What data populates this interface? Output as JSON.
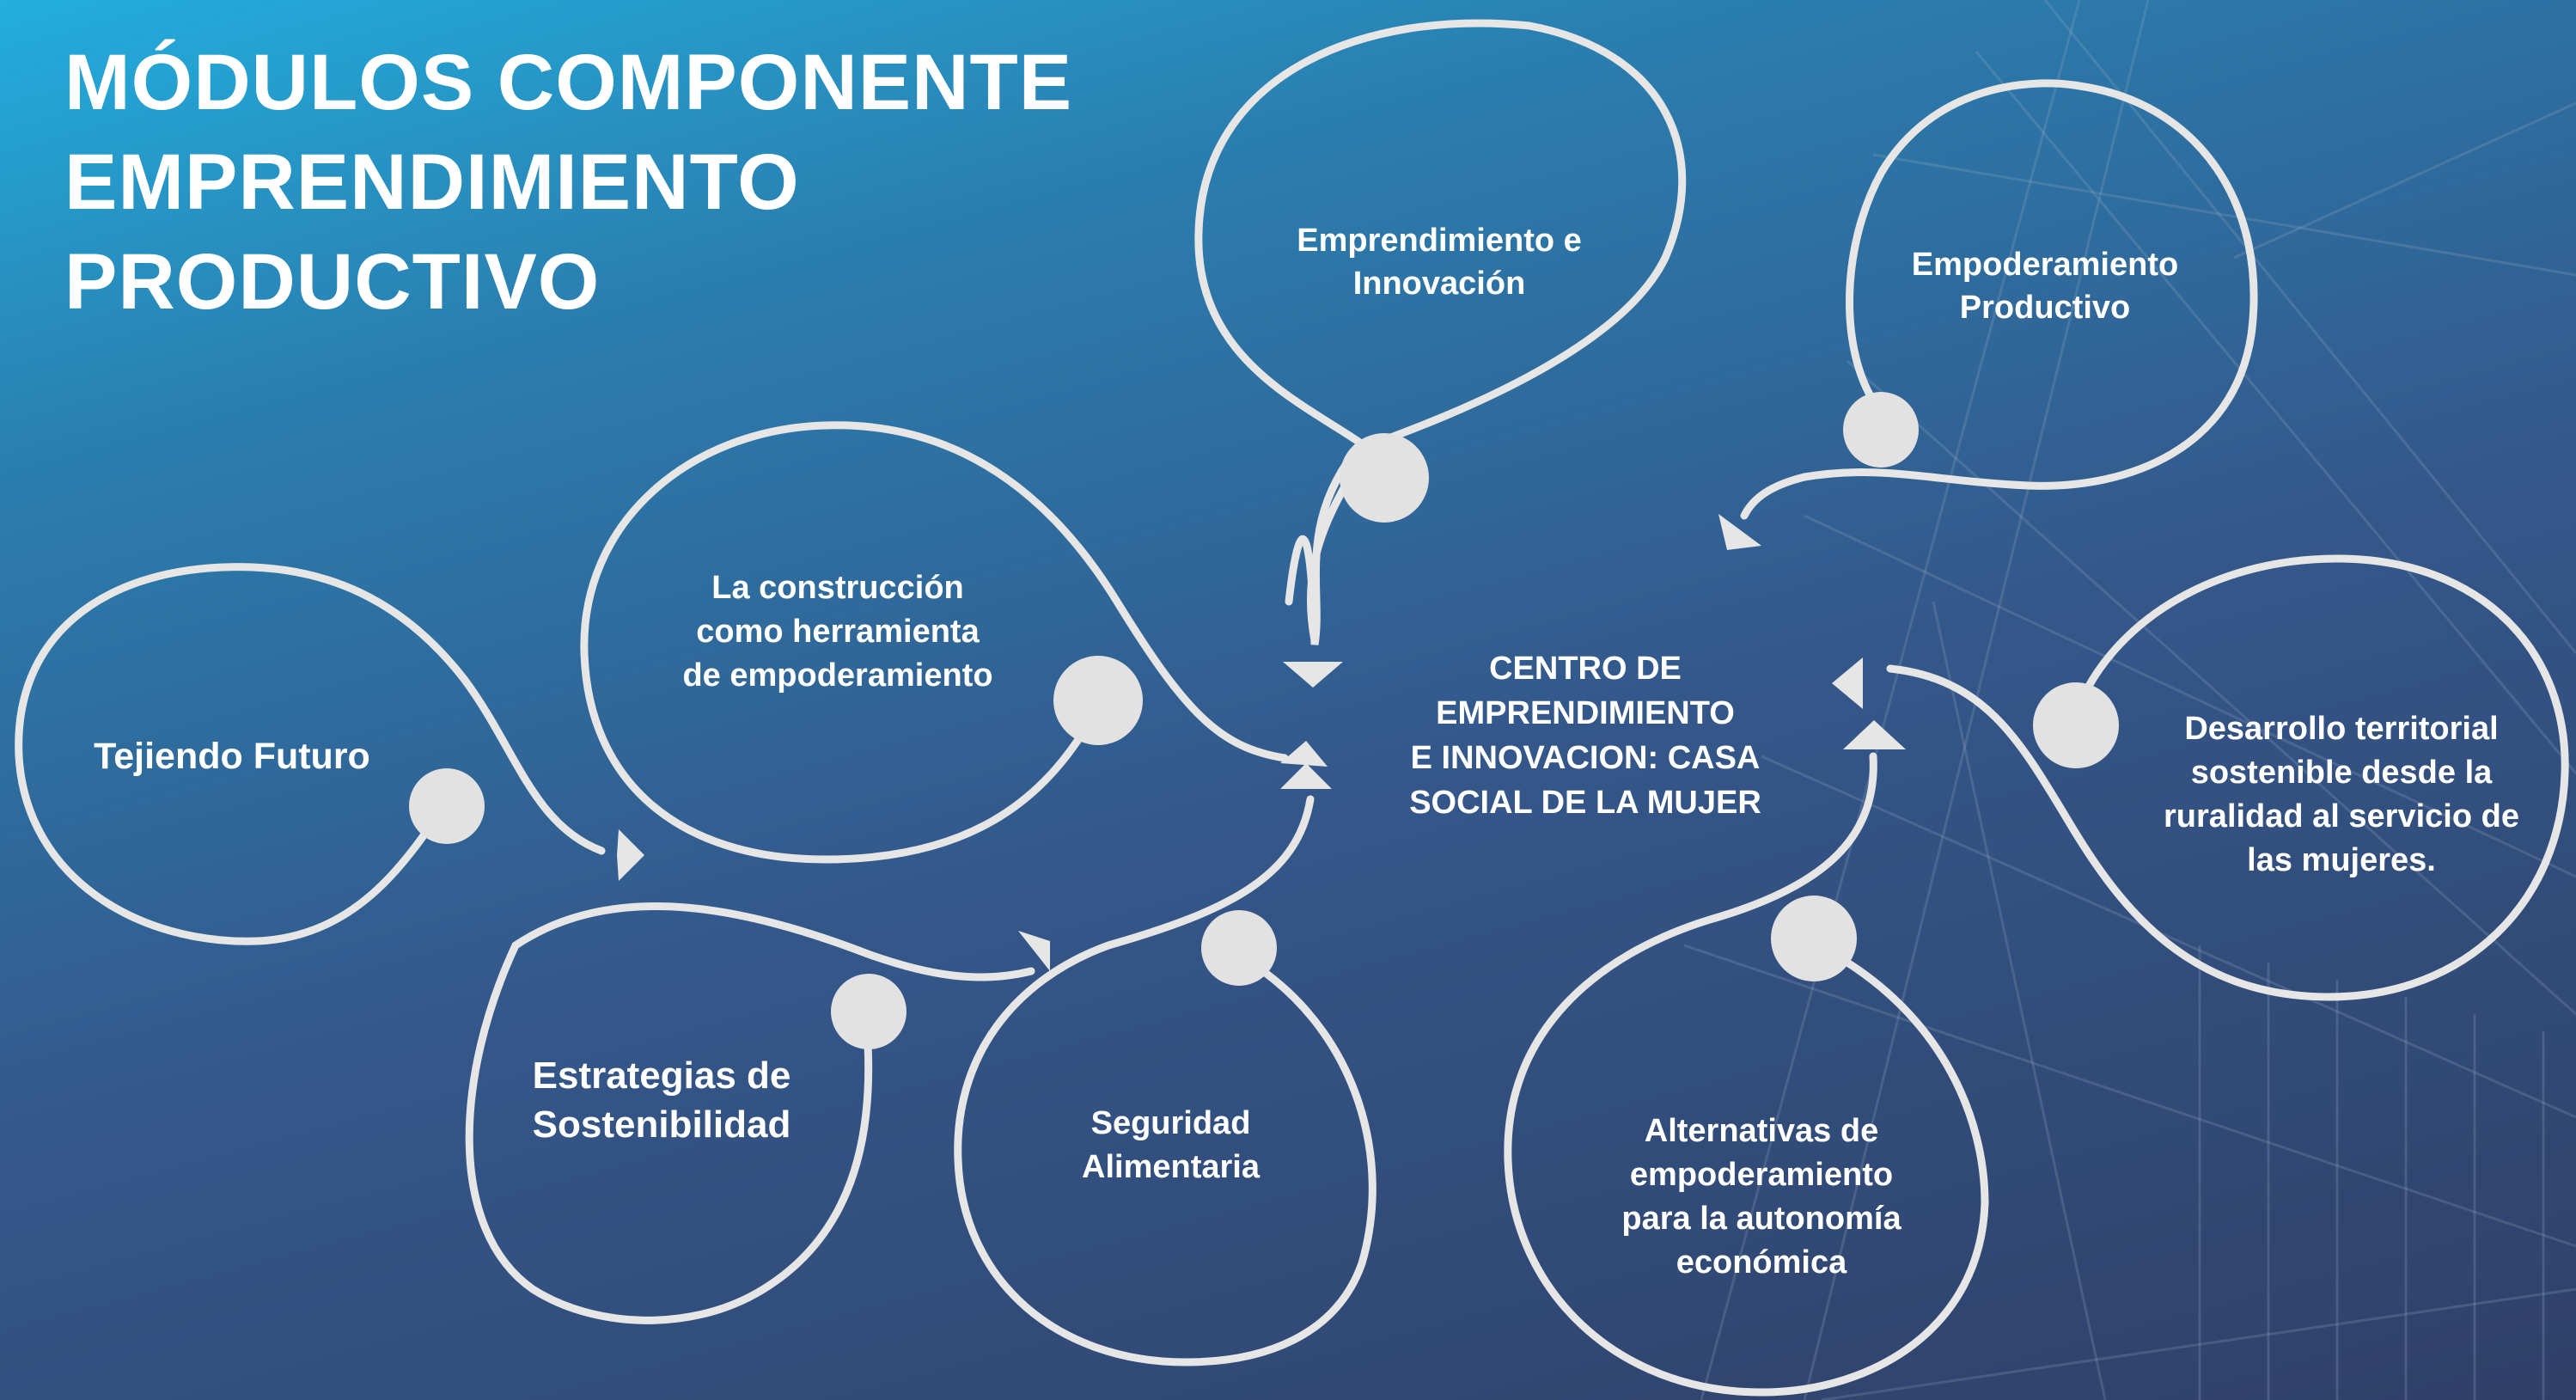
{
  "title_lines": [
    "MÓDULOS COMPONENTE",
    "EMPRENDIMIENTO",
    "PRODUCTIVO"
  ],
  "center_label": [
    "CENTRO DE",
    "EMPRENDIMIENTO",
    "E INNOVACION: CASA",
    "SOCIAL DE LA MUJER"
  ],
  "modules": [
    {
      "id": "tejiendo-futuro",
      "lines": [
        "Tejiendo Futuro"
      ]
    },
    {
      "id": "la-construccion",
      "lines": [
        "La construcción",
        "como herramienta",
        "de empoderamiento"
      ]
    },
    {
      "id": "estrategias-sostenibilidad",
      "lines": [
        "Estrategias de",
        "Sostenibilidad"
      ]
    },
    {
      "id": "seguridad-alimentaria",
      "lines": [
        "Seguridad",
        "Alimentaria"
      ]
    },
    {
      "id": "emprendimiento-innovacion",
      "lines": [
        "Emprendimiento e",
        "Innovación"
      ]
    },
    {
      "id": "empoderamiento-productivo",
      "lines": [
        "Empoderamiento",
        "Productivo"
      ]
    },
    {
      "id": "desarrollo-territorial",
      "lines": [
        "Desarrollo territorial",
        "sostenible desde la",
        "ruralidad al servicio de",
        "las mujeres."
      ]
    },
    {
      "id": "alternativas-empoderamiento",
      "lines": [
        "Alternativas de",
        "empoderamiento",
        "para la autonomía",
        "económica"
      ]
    }
  ],
  "colors": {
    "background_top": "#22aede",
    "background_bottom": "#2f4068",
    "loop_stroke": "#e6e6e6",
    "text": "#ffffff"
  }
}
